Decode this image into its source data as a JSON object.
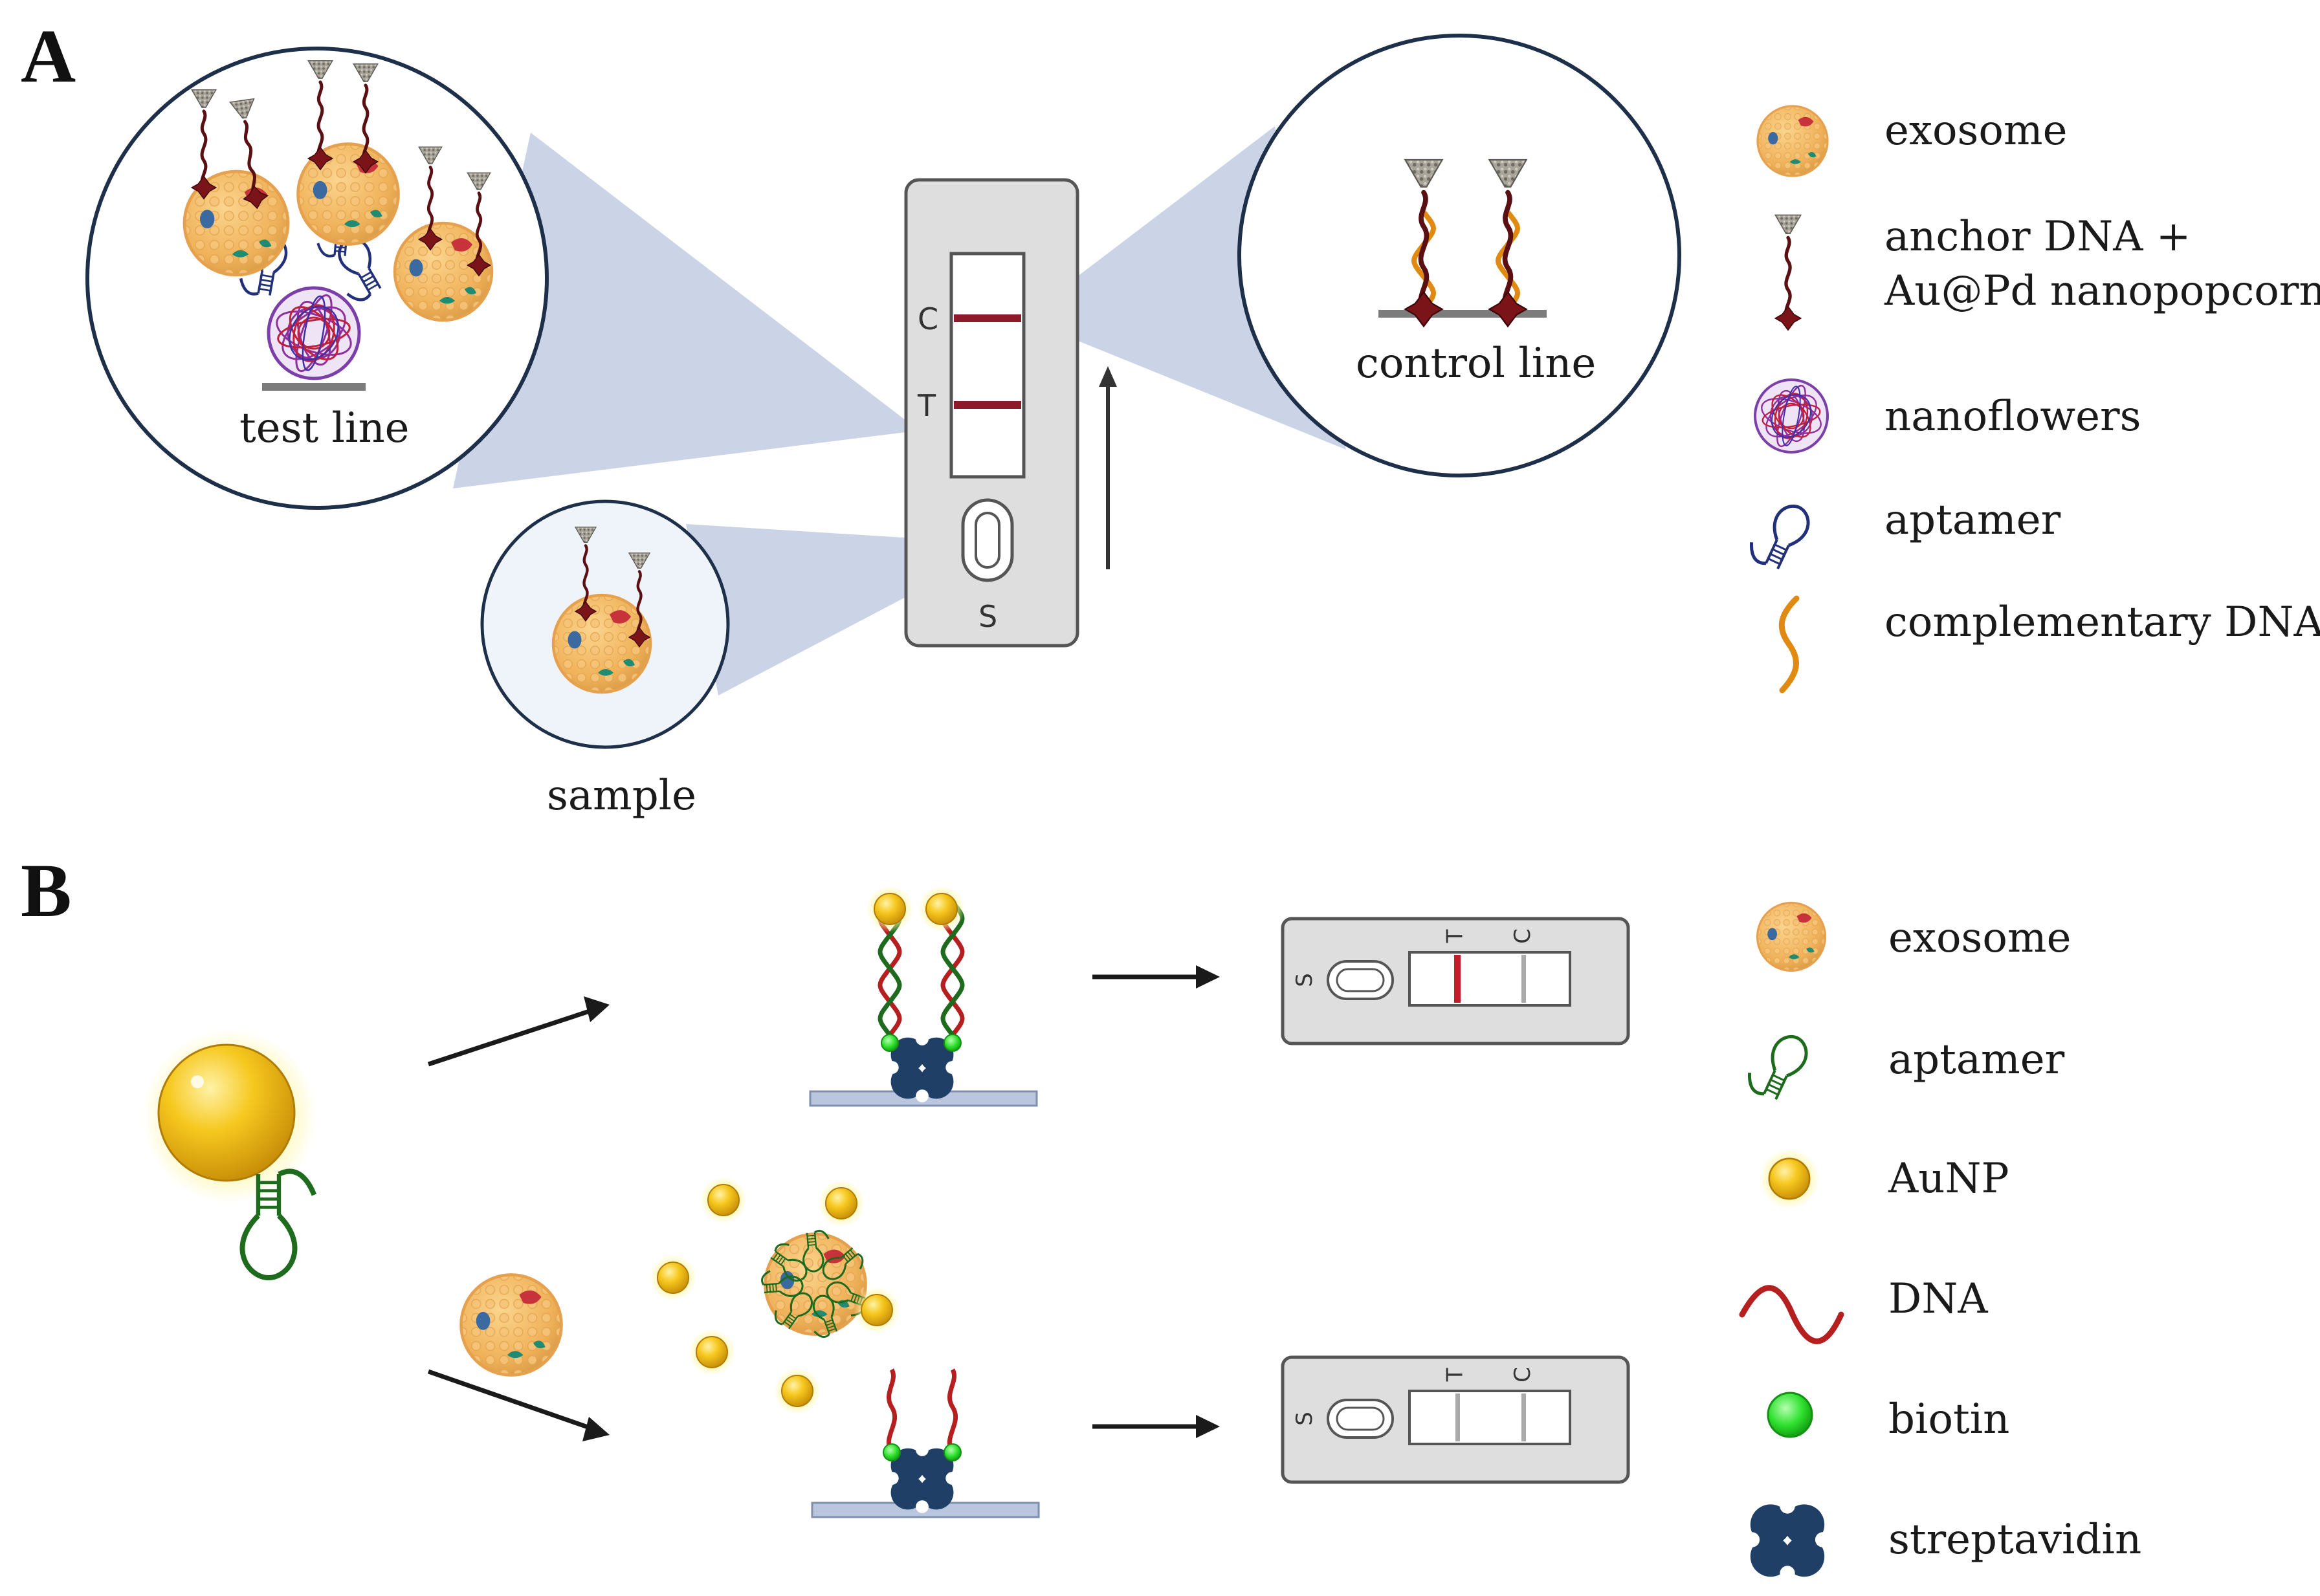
{
  "panels": {
    "a_letter": "A",
    "b_letter": "B"
  },
  "panel_a": {
    "captions": {
      "test_line": "test line",
      "control_line": "control line",
      "sample": "sample"
    },
    "strip": {
      "c_label": "C",
      "t_label": "T",
      "s_label": "S"
    },
    "legend": [
      {
        "icon": "exosome-icon",
        "label": "exosome"
      },
      {
        "icon": "anchor-dna-nanopopcorn-icon",
        "label_line1": "anchor DNA +",
        "label_line2": "Au@Pd nanopopcorns"
      },
      {
        "icon": "nanoflower-icon",
        "label": "nanoflowers"
      },
      {
        "icon": "aptamer-icon",
        "label": "aptamer"
      },
      {
        "icon": "complementary-dna-icon",
        "label": "complementary DNA"
      }
    ]
  },
  "panel_b": {
    "strip_top": {
      "s_label": "S",
      "t_label": "T",
      "c_label": "C"
    },
    "strip_bottom": {
      "s_label": "S",
      "t_label": "T",
      "c_label": "C"
    },
    "legend": [
      {
        "icon": "exosome-icon",
        "label": "exosome"
      },
      {
        "icon": "aptamer-icon",
        "label": "aptamer"
      },
      {
        "icon": "aunp-icon",
        "label": "AuNP"
      },
      {
        "icon": "dna-icon",
        "label": "DNA"
      },
      {
        "icon": "biotin-icon",
        "label": "biotin"
      },
      {
        "icon": "streptavidin-icon",
        "label": "streptavidin"
      }
    ]
  },
  "colors": {
    "exosome": "#f0b25a",
    "dna_red": "#b51f1f",
    "anchor_dark": "#5a0f12",
    "complementary_orange": "#e08a12",
    "aptamer_blue": "#22307a",
    "aptamer_green": "#1e6b1e",
    "aunp": "#f3c21a",
    "biotin": "#2ee02e",
    "streptavidin": "#1f3f66",
    "zoom_fill": "#b9c6de",
    "test_band": "#8c1a2a"
  }
}
